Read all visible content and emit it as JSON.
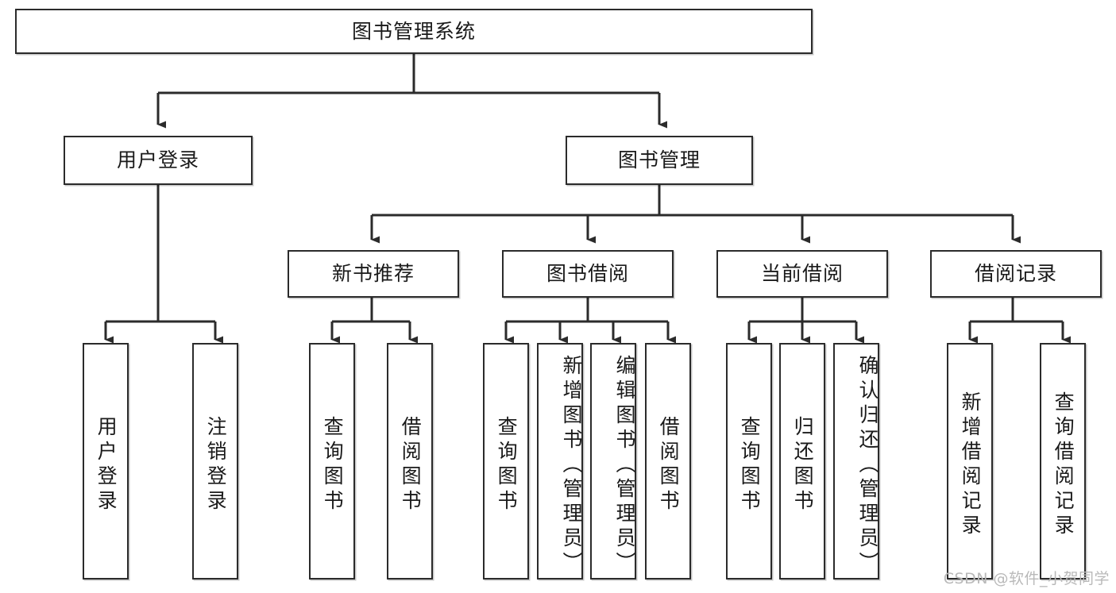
{
  "diagram": {
    "title": "图书管理系统",
    "root": {
      "label": "图书管理系统"
    },
    "level2": [
      {
        "label": "用户登录"
      },
      {
        "label": "图书管理"
      }
    ],
    "level3": [
      {
        "label": "新书推荐"
      },
      {
        "label": "图书借阅"
      },
      {
        "label": "当前借阅"
      },
      {
        "label": "借阅记录"
      }
    ],
    "leaves": {
      "user_login": [
        {
          "label": "用户登录"
        },
        {
          "label": "注销登录"
        }
      ],
      "new_book_recommend": [
        {
          "label": "查询图书"
        },
        {
          "label": "借阅图书"
        }
      ],
      "book_borrow": [
        {
          "label": "查询图书"
        },
        {
          "label": "新增图书（管理员）"
        },
        {
          "label": "编辑图书（管理员）"
        },
        {
          "label": "借阅图书"
        }
      ],
      "current_borrow": [
        {
          "label": "查询图书"
        },
        {
          "label": "归还图书"
        },
        {
          "label": "确认归还（管理员）"
        }
      ],
      "borrow_record": [
        {
          "label": "新增借阅记录"
        },
        {
          "label": "查询借阅记录"
        }
      ]
    }
  },
  "watermark": {
    "text": "CSDN @软件_小贺同学"
  },
  "colors": {
    "stroke": "#2b2b2b",
    "box_fill": "#ffffff",
    "text": "#1a1a1a",
    "watermark": "#b9b9b9"
  }
}
